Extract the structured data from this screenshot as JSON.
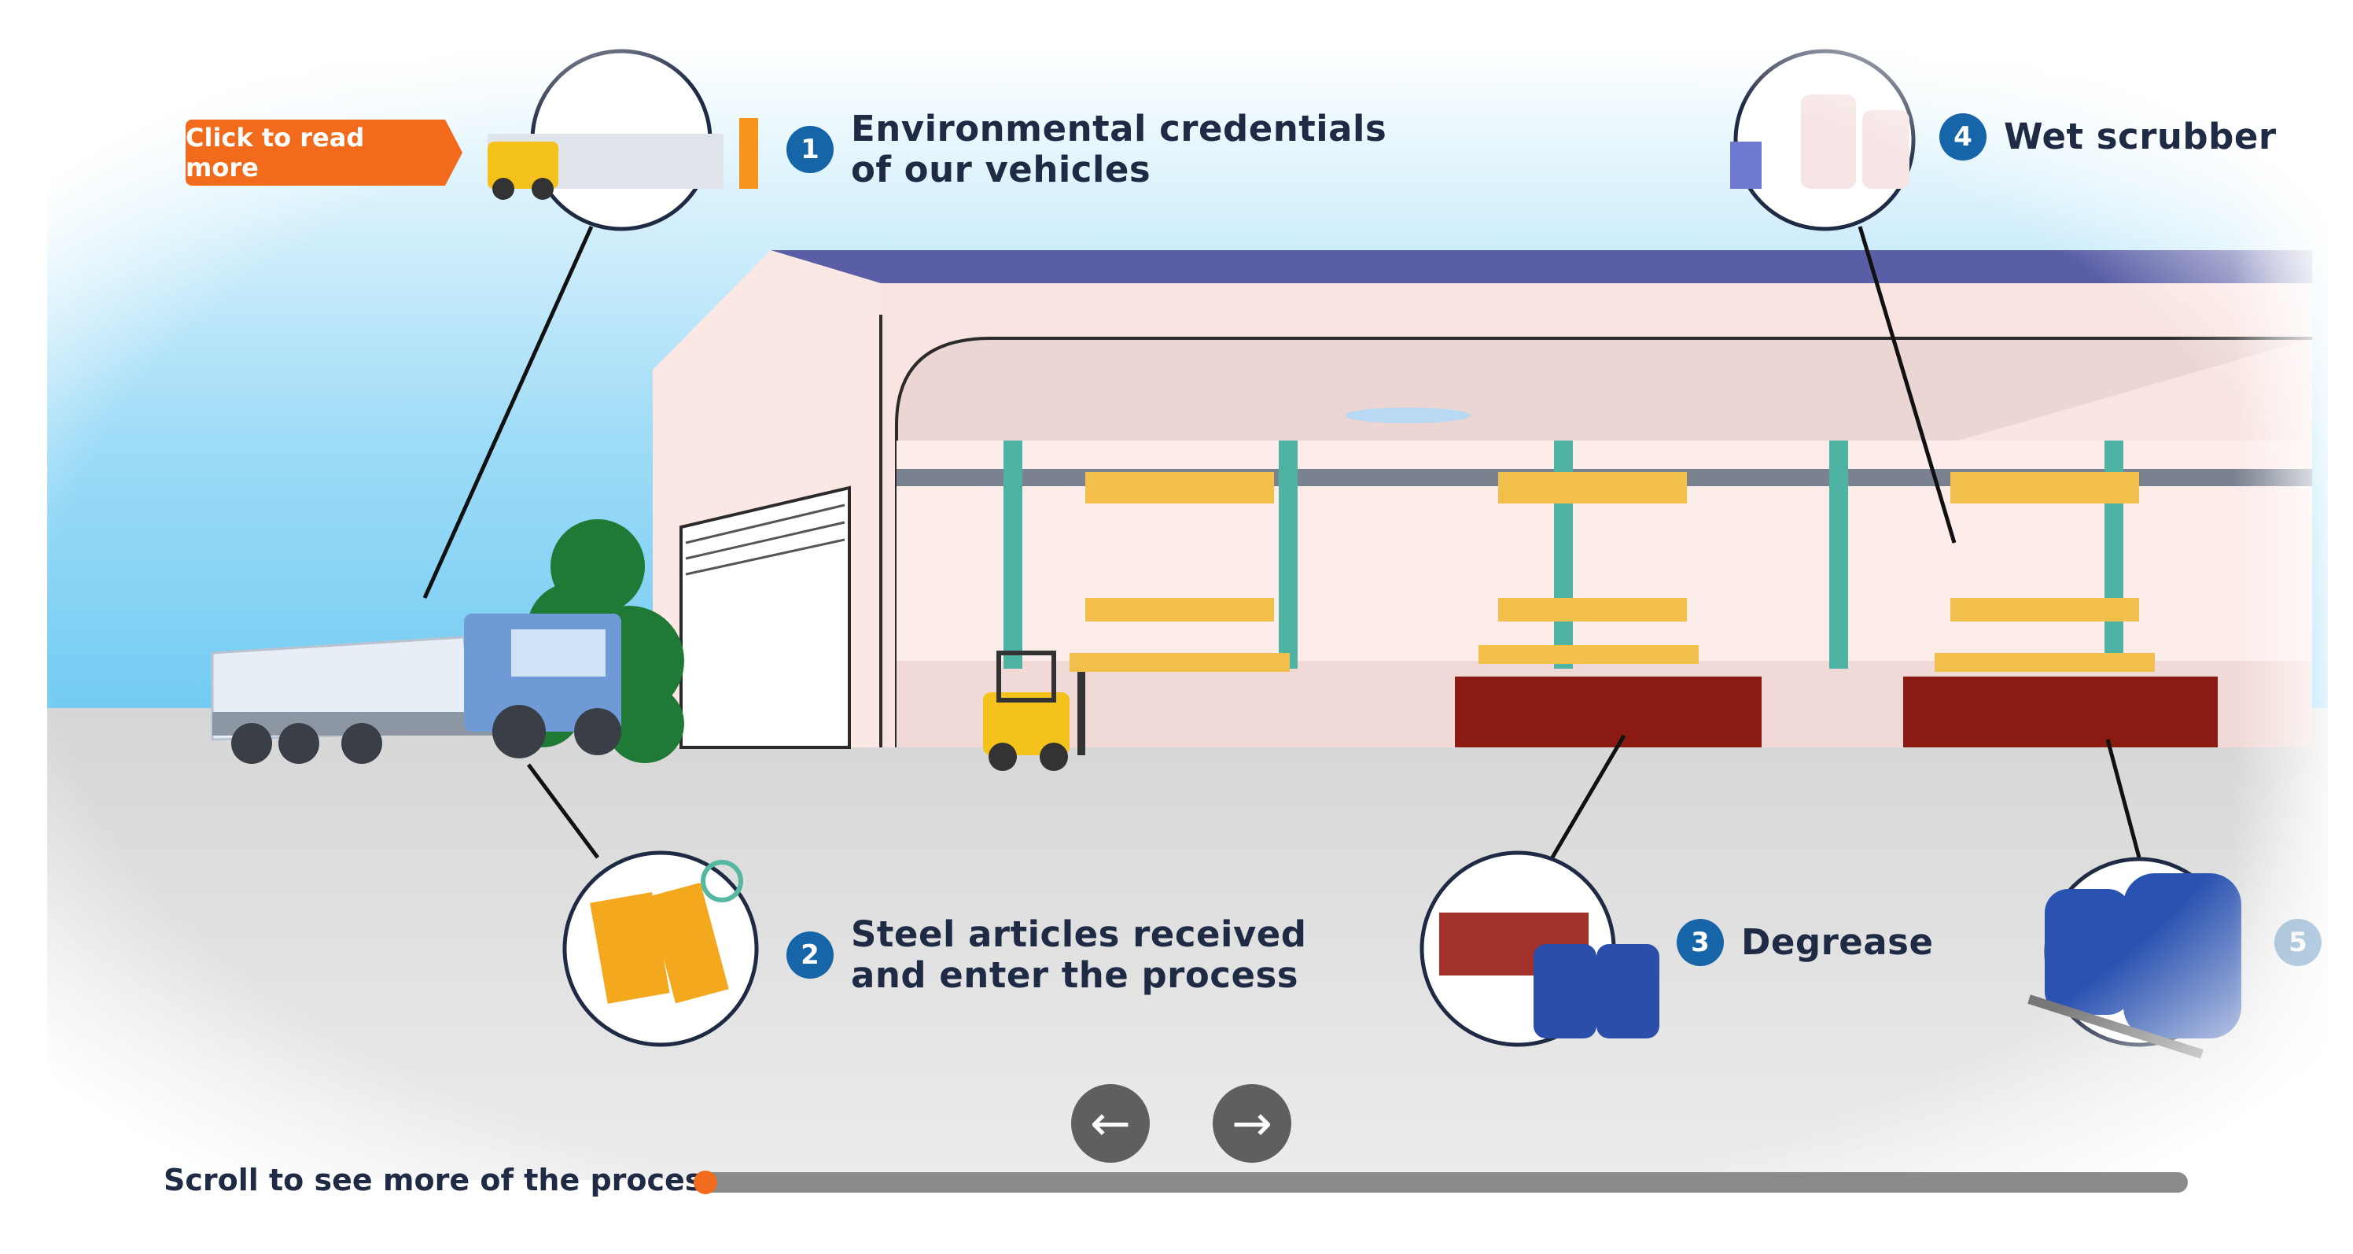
{
  "cta": {
    "label": "Click to read more"
  },
  "steps": [
    {
      "number": "1",
      "title_line1": "Environmental credentials",
      "title_line2": "of our vehicles"
    },
    {
      "number": "2",
      "title_line1": "Steel articles received",
      "title_line2": "and enter the process"
    },
    {
      "number": "3",
      "title_line1": "Degrease",
      "title_line2": ""
    },
    {
      "number": "4",
      "title_line1": "Wet scrubber",
      "title_line2": ""
    },
    {
      "number": "5",
      "title_line1": "",
      "title_line2": ""
    }
  ],
  "nav": {
    "prev_icon": "←",
    "next_icon": "→"
  },
  "scroll": {
    "hint": "Scroll to see more of the process",
    "position_fraction": 0.0
  },
  "icons": [
    "forklift-icon",
    "steel-bundle-icon",
    "degrease-tank-icon",
    "scrubber-icon",
    "water-tank-icon",
    "recycle-icon"
  ],
  "colors": {
    "accent": "#f26b1d",
    "step_badge": "#1565a8",
    "text": "#1f2a44",
    "roof": "#5a5ea6"
  }
}
